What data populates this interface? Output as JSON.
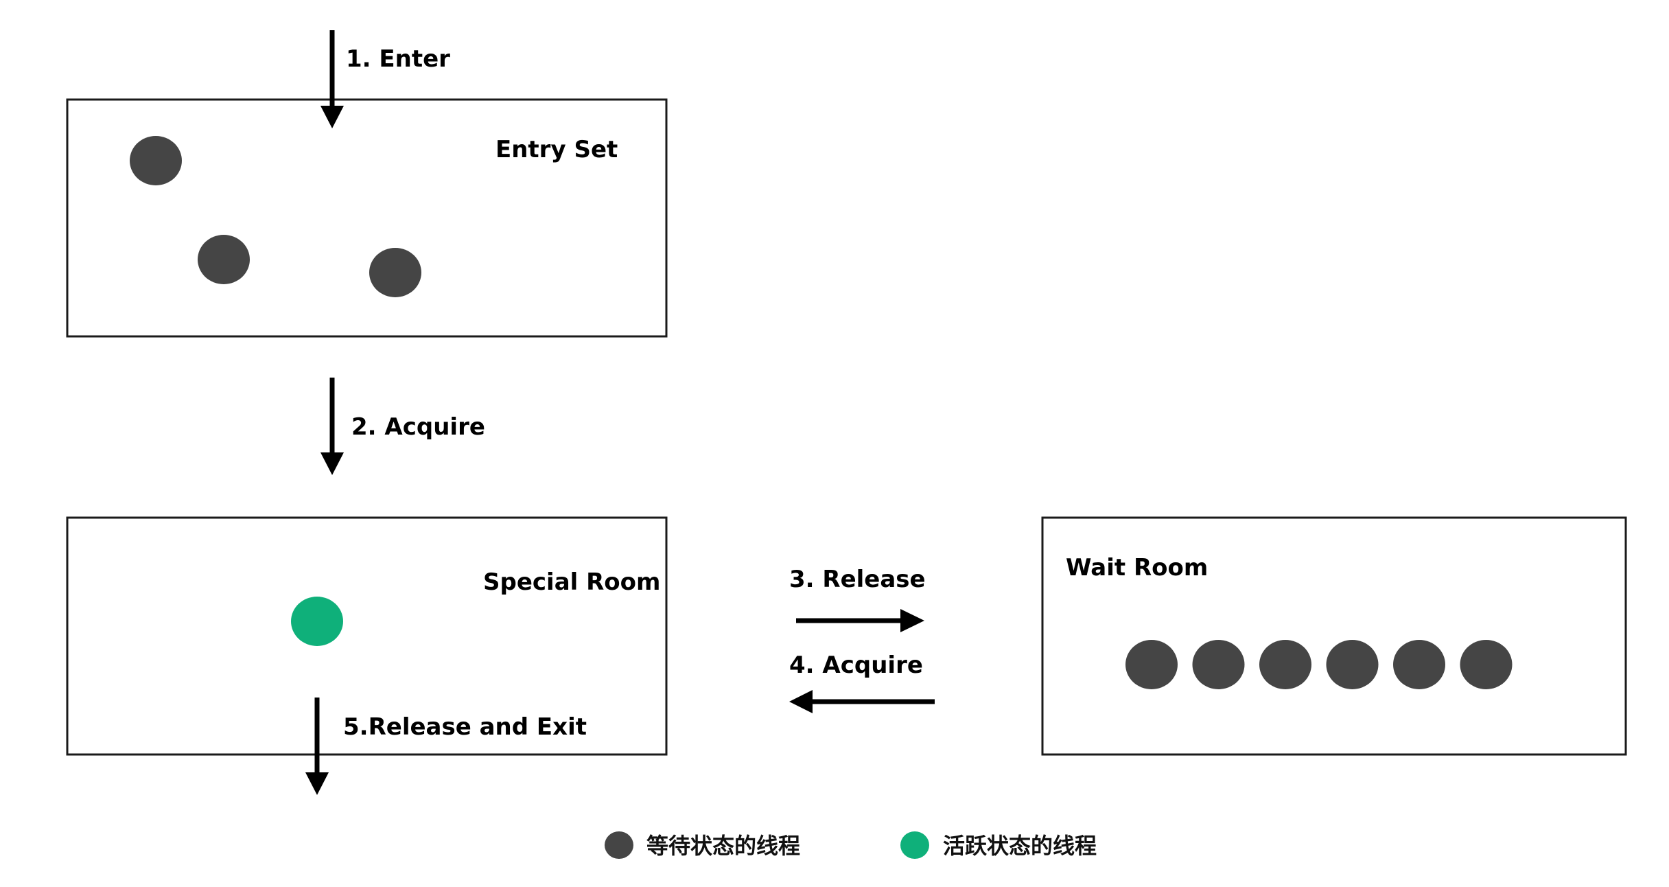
{
  "colors": {
    "waiting_thread": "#454545",
    "active_thread": "#0fb07a",
    "special_room_label": "#f08e89",
    "stroke": "#1a1a1a"
  },
  "entry_set": {
    "label": "Entry Set",
    "waiting_thread_count": 3
  },
  "special_room": {
    "label": "Special Room",
    "active_thread_count": 1
  },
  "wait_room": {
    "label": "Wait Room",
    "waiting_thread_count": 6
  },
  "steps": {
    "enter": "1. Enter",
    "acquire_lock": "2. Acquire",
    "release_to_wait": "3. Release",
    "acquire_from_wait": "4. Acquire",
    "release_and_exit": "5.Release and Exit"
  },
  "legend": {
    "waiting": "等待状态的线程",
    "active": "活跃状态的线程"
  }
}
